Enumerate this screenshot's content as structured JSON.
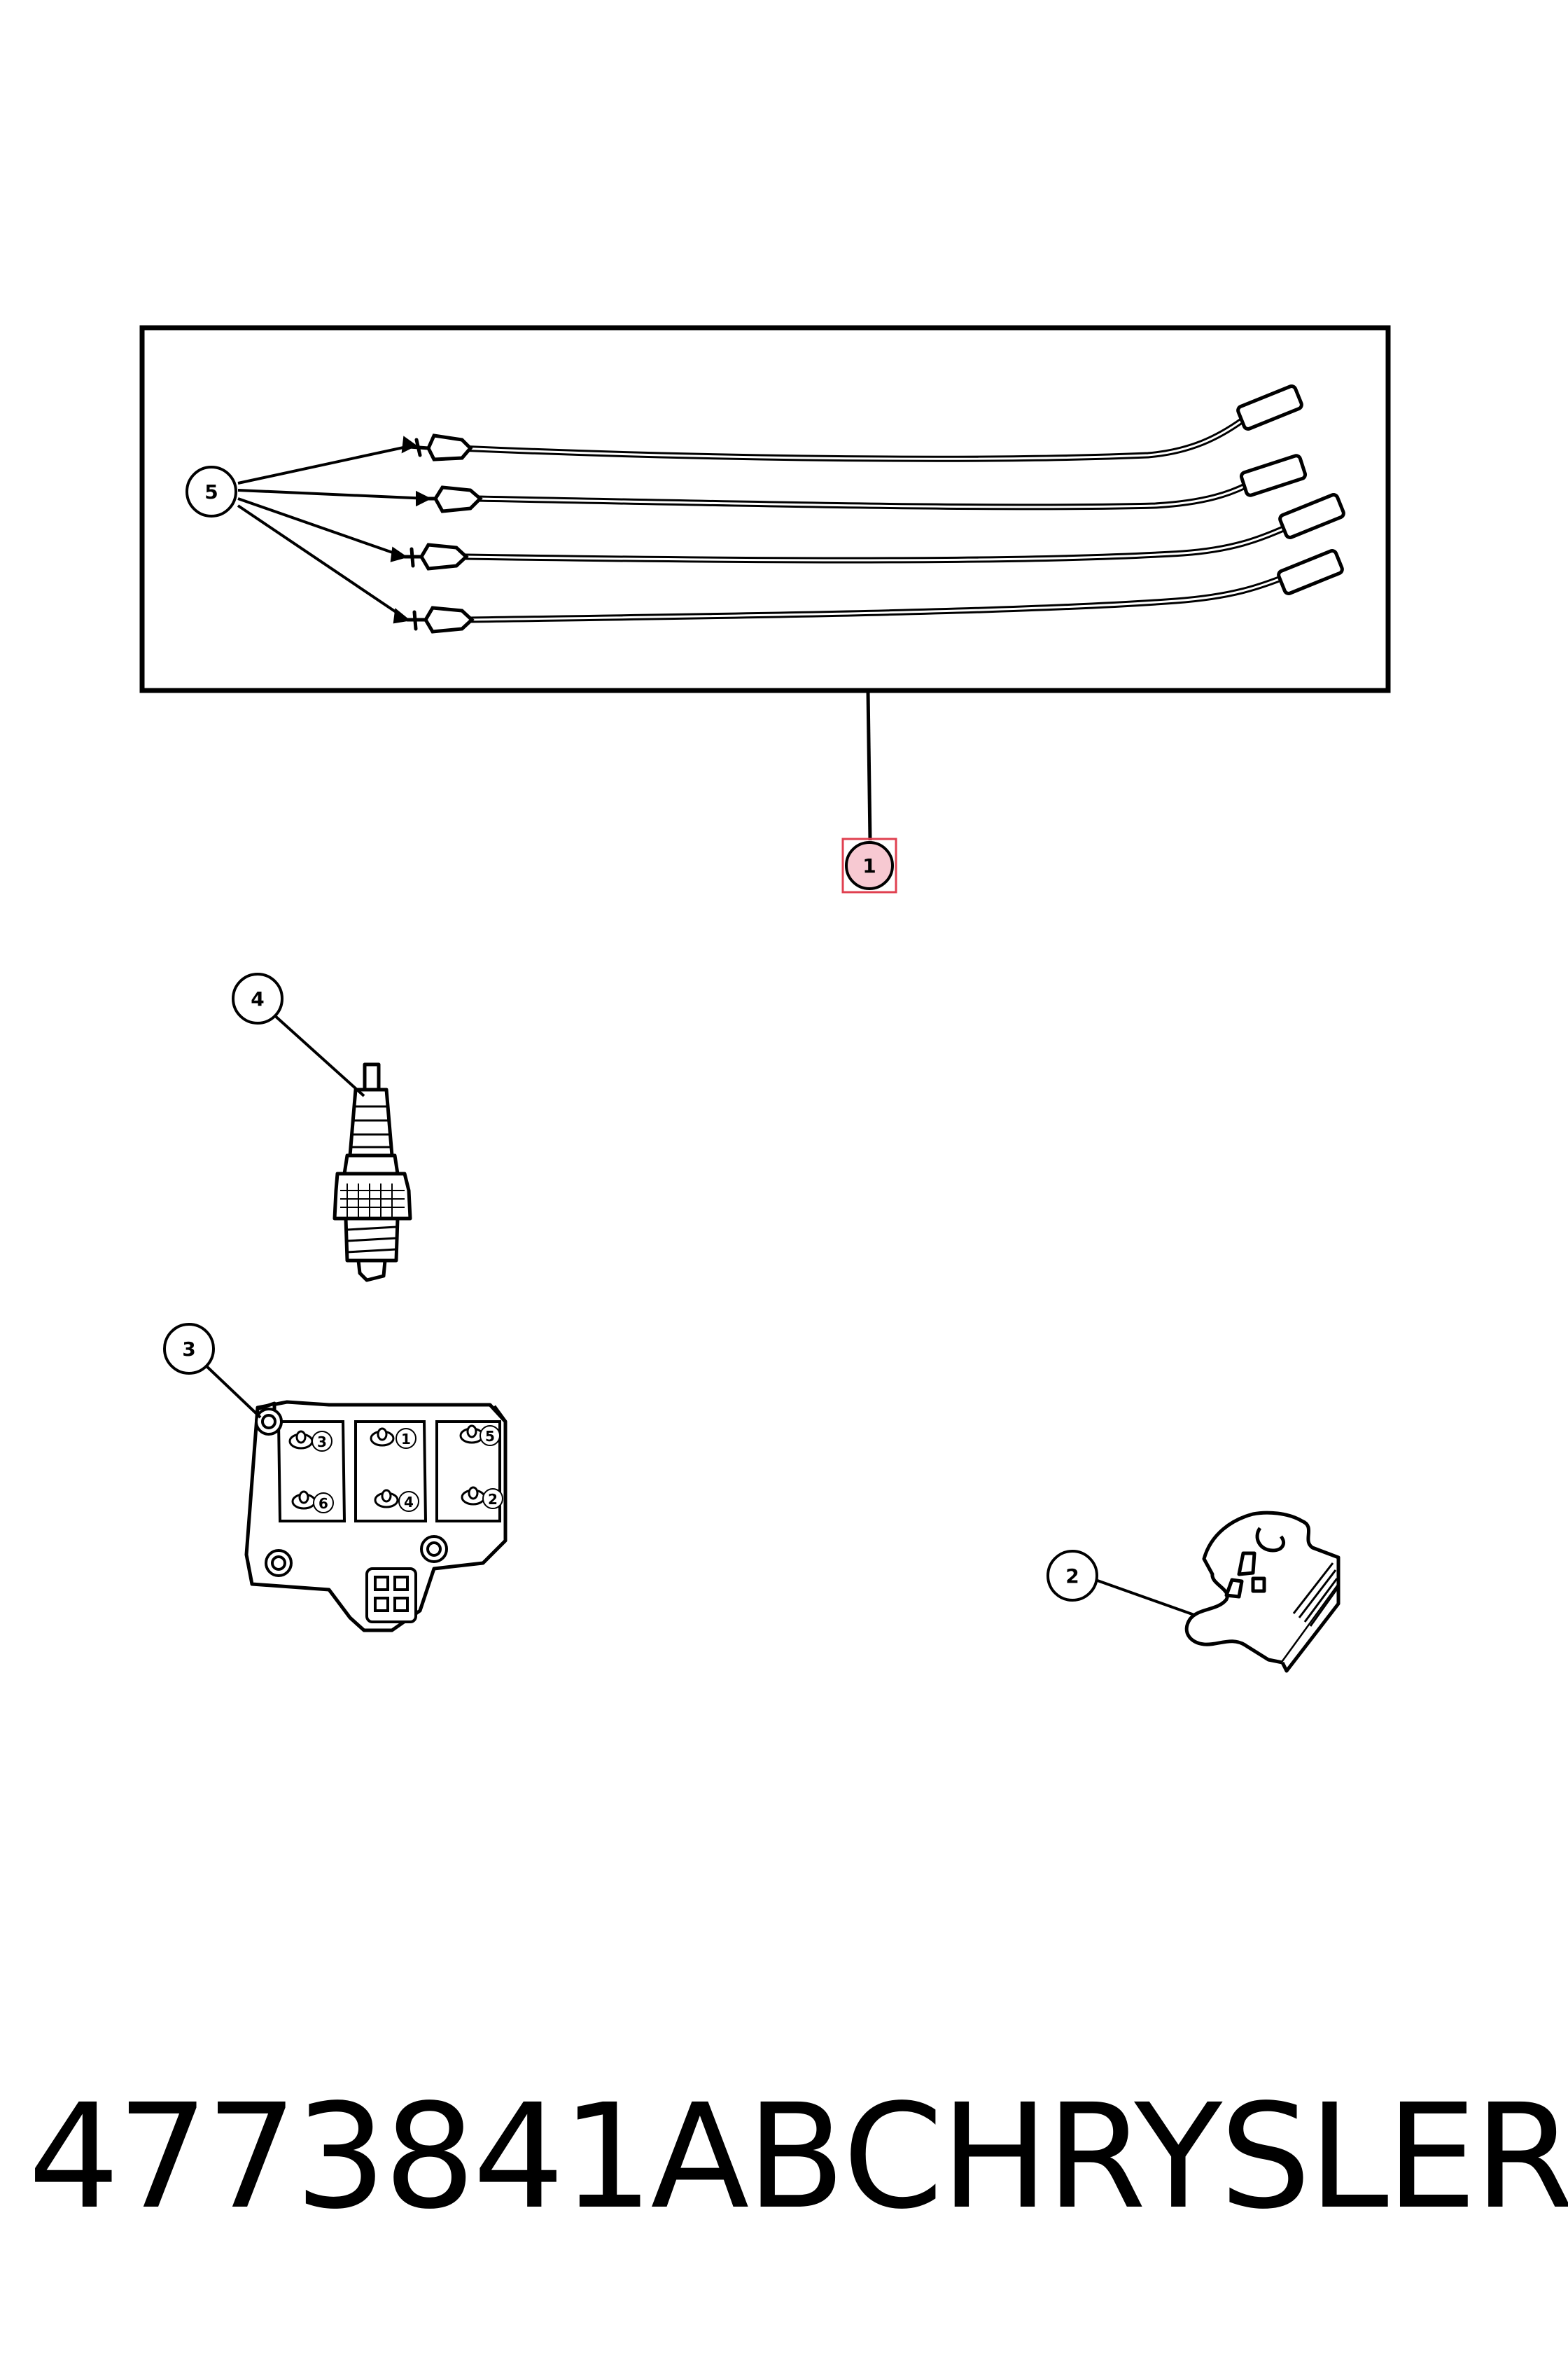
{
  "callouts": {
    "c1": "1",
    "c2": "2",
    "c3": "3",
    "c4": "4",
    "c5": "5"
  },
  "coil_labels": [
    "3",
    "1",
    "5",
    "6",
    "4",
    "2"
  ],
  "footer": {
    "part_number": "4773841AB",
    "brand": "CHRYSLER"
  },
  "colors": {
    "line": "#000000",
    "highlight_fill": "#f7c9d2",
    "highlight_border": "#e04050"
  }
}
